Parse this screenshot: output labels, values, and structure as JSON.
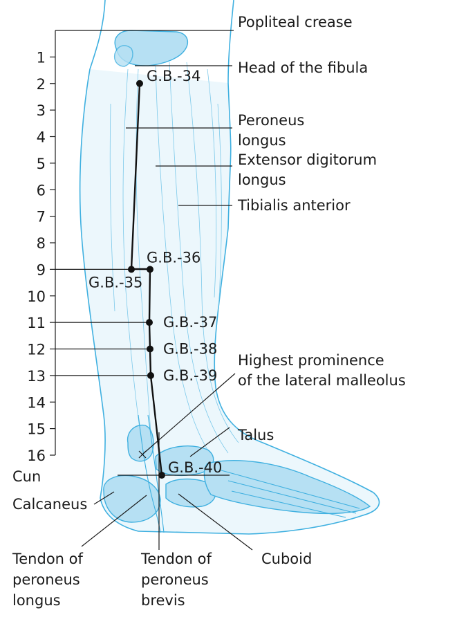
{
  "scale": {
    "unit_label": "Cun",
    "ticks": [
      "1",
      "2",
      "3",
      "4",
      "5",
      "6",
      "7",
      "8",
      "9",
      "10",
      "11",
      "12",
      "13",
      "14",
      "15",
      "16"
    ]
  },
  "labels": {
    "popliteal_crease": "Popliteal crease",
    "head_of_fibula": "Head of the fibula",
    "peroneus_longus_1": "Peroneus",
    "peroneus_longus_2": "longus",
    "extensor_digitorum_1": "Extensor digitorum",
    "extensor_digitorum_2": "longus",
    "tibialis_anterior": "Tibialis anterior",
    "lateral_malleolus_1": "Highest prominence",
    "lateral_malleolus_2": "of the lateral malleolus",
    "talus": "Talus",
    "calcaneus": "Calcaneus",
    "tendon_peroneus_longus_1": "Tendon of",
    "tendon_peroneus_longus_2": "peroneus",
    "tendon_peroneus_longus_3": "longus",
    "tendon_peroneus_brevis_1": "Tendon of",
    "tendon_peroneus_brevis_2": "peroneus",
    "tendon_peroneus_brevis_3": "brevis",
    "cuboid": "Cuboid"
  },
  "points": [
    {
      "label": "G.B.-34",
      "cun": 2
    },
    {
      "label": "G.B.-35",
      "cun": 9
    },
    {
      "label": "G.B.-36",
      "cun": 9
    },
    {
      "label": "G.B.-37",
      "cun": 11
    },
    {
      "label": "G.B.-38",
      "cun": 12
    },
    {
      "label": "G.B.-39",
      "cun": 13
    },
    {
      "label": "G.B.-40",
      "cun": 16
    }
  ],
  "colors": {
    "illustration": "#3fb0e0",
    "bone_fill": "#b6e0f3",
    "ink": "#1a1a1a"
  }
}
